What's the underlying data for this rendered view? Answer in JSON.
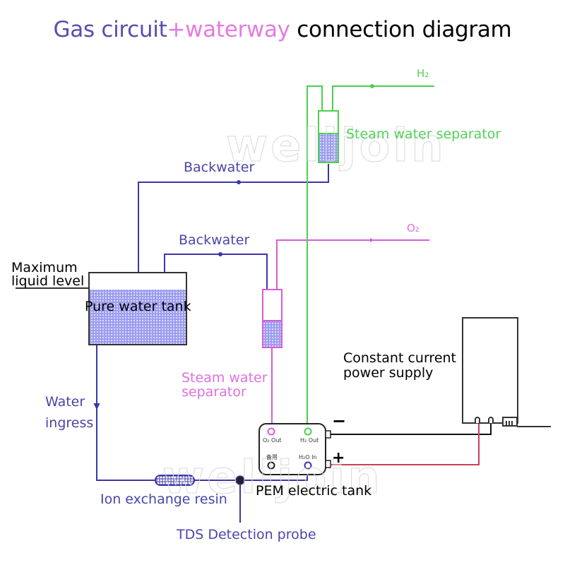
{
  "title": {
    "part1": "Gas circuit",
    "part2": "+waterway",
    "part3": " connection diagram"
  },
  "colors": {
    "water_line": "#3c36a8",
    "hydrogen_line": "#4cd04c",
    "oxygen_line": "#d85cd8",
    "positive_wire": "#c8405a",
    "negative_wire": "#111111",
    "water_fill": "#8a8ae6"
  },
  "labels": {
    "h2": "H₂",
    "o2": "O₂",
    "backwater_top": "Backwater",
    "backwater_mid": "Backwater",
    "steam_separator_h2": "Steam water separator",
    "steam_separator_o2_line1": "Steam water",
    "steam_separator_o2_line2": "separator",
    "max_level_line1": "Maximum",
    "max_level_line2": "liquid level",
    "pure_water_tank": "Pure water tank",
    "water_ingress_line1": "Water",
    "water_ingress_line2": "ingress",
    "ion_exchange_resin": "Ion exchange resin",
    "tds_probe": "TDS Detection probe",
    "pem_tank": "PEM electric tank",
    "power_supply_line1": "Constant current",
    "power_supply_line2": "power supply",
    "negative": "−",
    "positive": "+"
  },
  "pem_ports": {
    "o2_out": "O₂ Out",
    "h2_out": "H₂ Out",
    "unused": "备用",
    "h2o_in": "H₂O In"
  },
  "watermark": "welljoin"
}
